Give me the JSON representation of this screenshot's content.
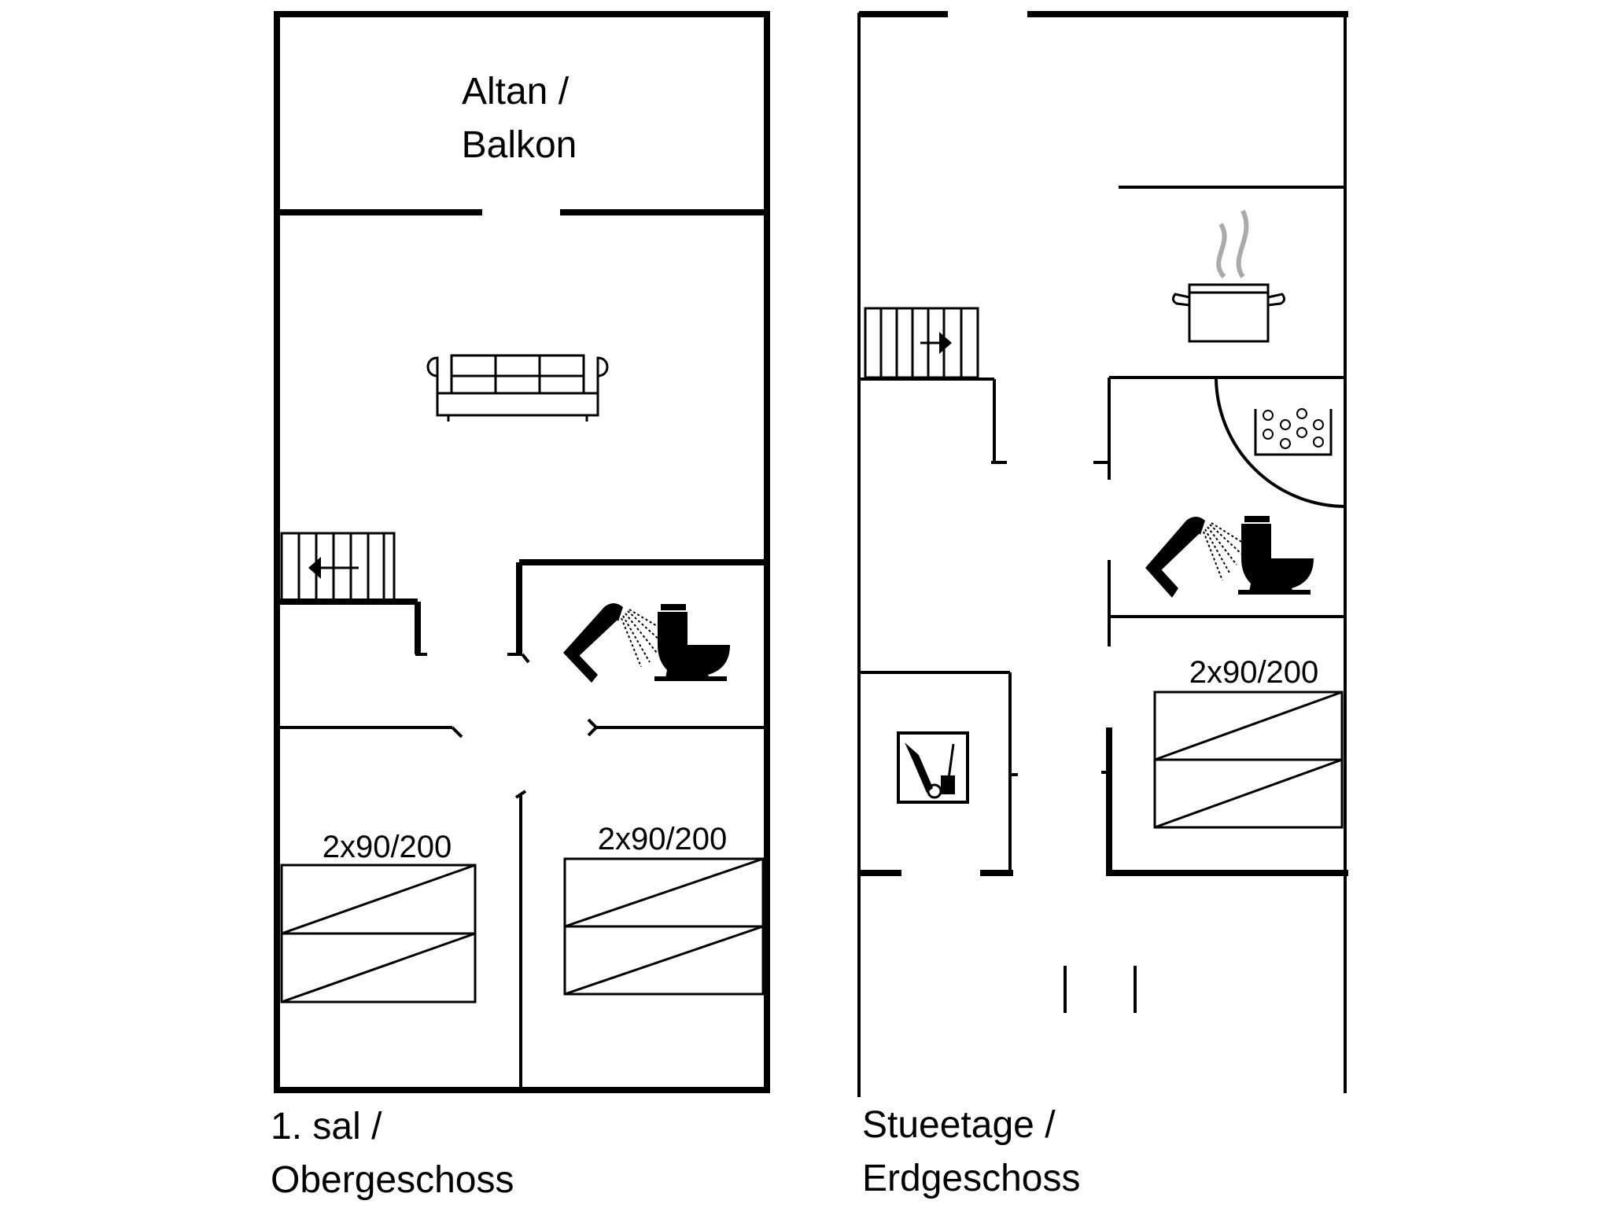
{
  "floors": {
    "upper": {
      "caption_line1": "1. sal /",
      "caption_line2": "Obergeschoss",
      "balcony_line1": "Altan /",
      "balcony_line2": "Balkon",
      "bed_left": "2x90/200",
      "bed_right": "2x90/200"
    },
    "ground": {
      "caption_line1": "Stueetage /",
      "caption_line2": "Erdgeschoss",
      "bed": "2x90/200"
    }
  },
  "icons": [
    "sofa-icon",
    "stairs-icon",
    "shower-icon",
    "toilet-icon",
    "cooking-pot-icon",
    "whirlpool-icon",
    "utility-tools-icon",
    "bed-icon"
  ],
  "colors": {
    "line": "#000000",
    "steam": "#aaaaaa",
    "background": "#ffffff"
  }
}
